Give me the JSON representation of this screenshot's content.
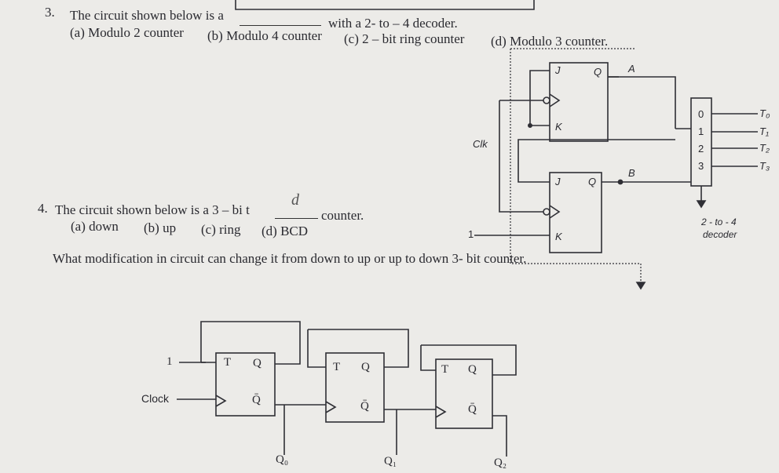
{
  "q3": {
    "number": "3.",
    "stem_a": "The circuit shown below is a",
    "stem_b": "with a 2- to – 4 decoder.",
    "option_a": "(a) Modulo 2 counter",
    "option_b": "(b) Modulo 4 counter",
    "option_c": "(c) 2 – bit ring counter",
    "option_d": "(d)  Modulo 3 counter."
  },
  "q4": {
    "number": "4.",
    "stem_a": "The circuit shown below is a  3 – bi t",
    "stem_b": "counter.",
    "handwritten_mark": "d",
    "option_a": "(a) down",
    "option_b": "(b)  up",
    "option_c": "(c) ring",
    "option_d": "(d) BCD",
    "followup": "What modification in circuit can change it from down to up or up to down 3- bit counter."
  },
  "circuit1": {
    "clk_label": "Clk",
    "ff_top": {
      "j": "J",
      "k": "K",
      "q": "Q"
    },
    "ff_bottom": {
      "j": "J",
      "k": "K",
      "q": "Q"
    },
    "out_a": "A",
    "out_b": "B",
    "one_input": "1",
    "decoder": {
      "inputs": [
        "0",
        "1",
        "2",
        "3"
      ],
      "outputs": [
        "T₀",
        "T₁",
        "T₂",
        "T₃"
      ],
      "caption_a": "2 - to - 4",
      "caption_b": "decoder"
    }
  },
  "circuit2": {
    "one_input": "1",
    "clock_label": "Clock",
    "flipflops": [
      {
        "t": "T",
        "q": "Q",
        "qbar": "Q̄",
        "output": "Q₀"
      },
      {
        "t": "T",
        "q": "Q",
        "qbar": "Q̄",
        "output": "Q₁"
      },
      {
        "t": "T",
        "q": "Q",
        "qbar": "Q̄",
        "output": "Q₂"
      }
    ]
  }
}
